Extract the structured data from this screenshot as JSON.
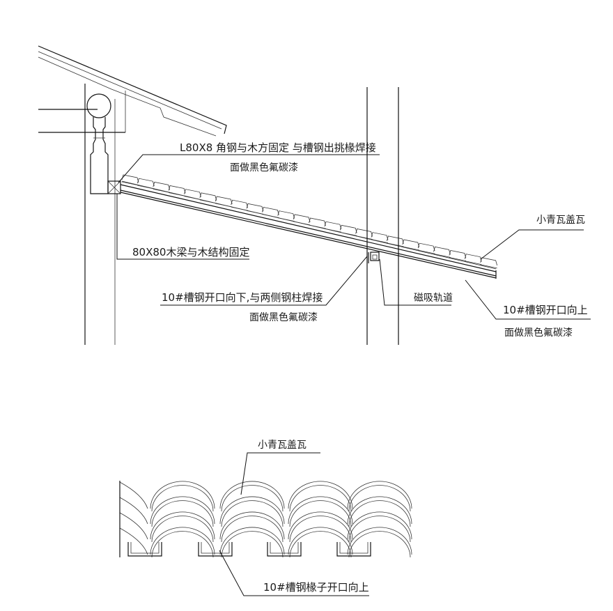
{
  "section_top": {
    "labels": {
      "angle_steel": "L80X8  角钢与木方固定  与槽钢出挑椽焊接",
      "angle_steel_2": "面做黑色氟碳漆",
      "wood_beam": "80X80木梁与木结构固定",
      "channel_down": "10#槽钢开口向下,与两侧钢柱焊接",
      "channel_down_2": "面做黑色氟碳漆",
      "magnetic_track": "磁吸轨道",
      "roof_tile": "小青瓦盖瓦",
      "channel_up": "10#槽钢开口向上",
      "channel_up_2": "面做黑色氟碳漆"
    }
  },
  "section_bottom": {
    "labels": {
      "roof_tile": "小青瓦盖瓦",
      "channel_rafter": "10#槽钢椽子开口向上"
    }
  }
}
